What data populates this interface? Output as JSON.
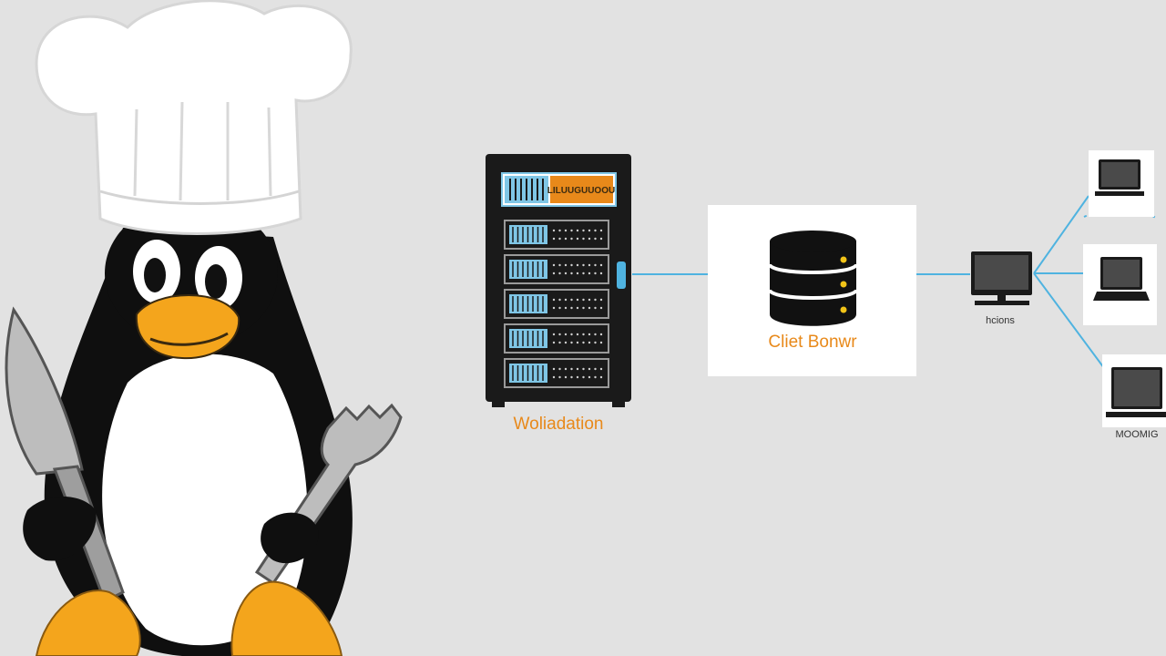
{
  "labels": {
    "server": "Woliadation",
    "server_panel": "LILUUGUUOOU",
    "database": "Cliet Bonwr",
    "monitor": "hcions",
    "laptop_bottom": "MOOMIG"
  },
  "colors": {
    "background": "#e2e2e2",
    "accent_orange": "#e8891a",
    "link_blue": "#4fb3e0",
    "device_black": "#1a1a1a",
    "screen_grey": "#4a4a4a",
    "server_stripe": "#7fc6e6",
    "penguin_beak": "#f4a51c"
  },
  "icons": [
    "chef-hat-icon",
    "penguin-mascot",
    "knife-icon",
    "fork-icon",
    "server-rack-icon",
    "database-icon",
    "desktop-monitor-icon",
    "laptop-icon"
  ]
}
